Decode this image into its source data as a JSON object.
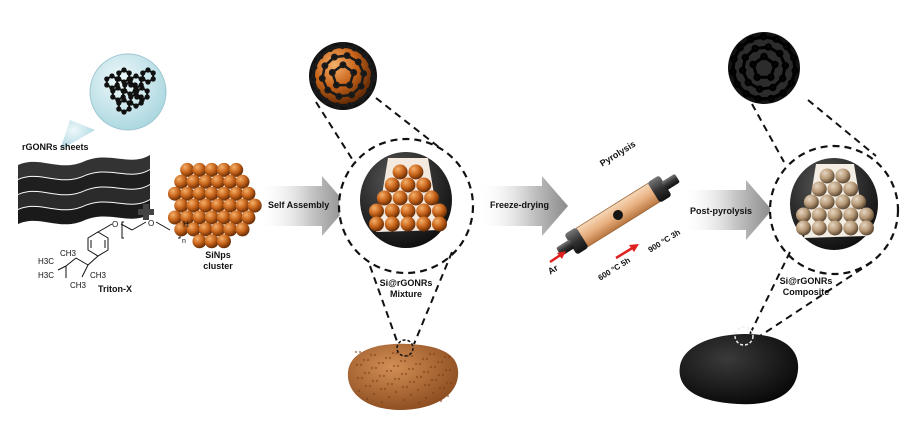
{
  "labels": {
    "rgonrs_sheets": "rGONRs sheets",
    "triton_x": "Triton-X",
    "sinps_line1": "SiNps",
    "sinps_line2": "cluster",
    "self_assembly": "Self Assembly",
    "mixture_line1": "Si@rGONRs",
    "mixture_line2": "Mixture",
    "freeze_drying": "Freeze-drying",
    "pyrolysis": "Pyrolysis",
    "ar": "Ar",
    "temp_600": "600 °C 5h",
    "temp_900": "900 °C 3h",
    "post_pyrolysis": "Post-pyrolysis",
    "composite_line1": "Si@rGONRs",
    "composite_line2": "Composite"
  },
  "molecule": {
    "h3c_top": "H3C",
    "h3c_bottom": "H3C",
    "ch3_top": "CH3",
    "ch3_mid": "CH3",
    "ch3_right": "CH3",
    "o1": "O",
    "o2": "O",
    "h": "H",
    "n": "n"
  },
  "colors": {
    "orange_sphere": "#c8641a",
    "tan_sphere": "#b89a78",
    "black_shell": "#2a2a2a",
    "arrow_gray": "#9a9a9a",
    "red_arrow": "#e02020",
    "sponge_brown": "#b06a36",
    "bubble_cyan": "#cfe9ee"
  }
}
